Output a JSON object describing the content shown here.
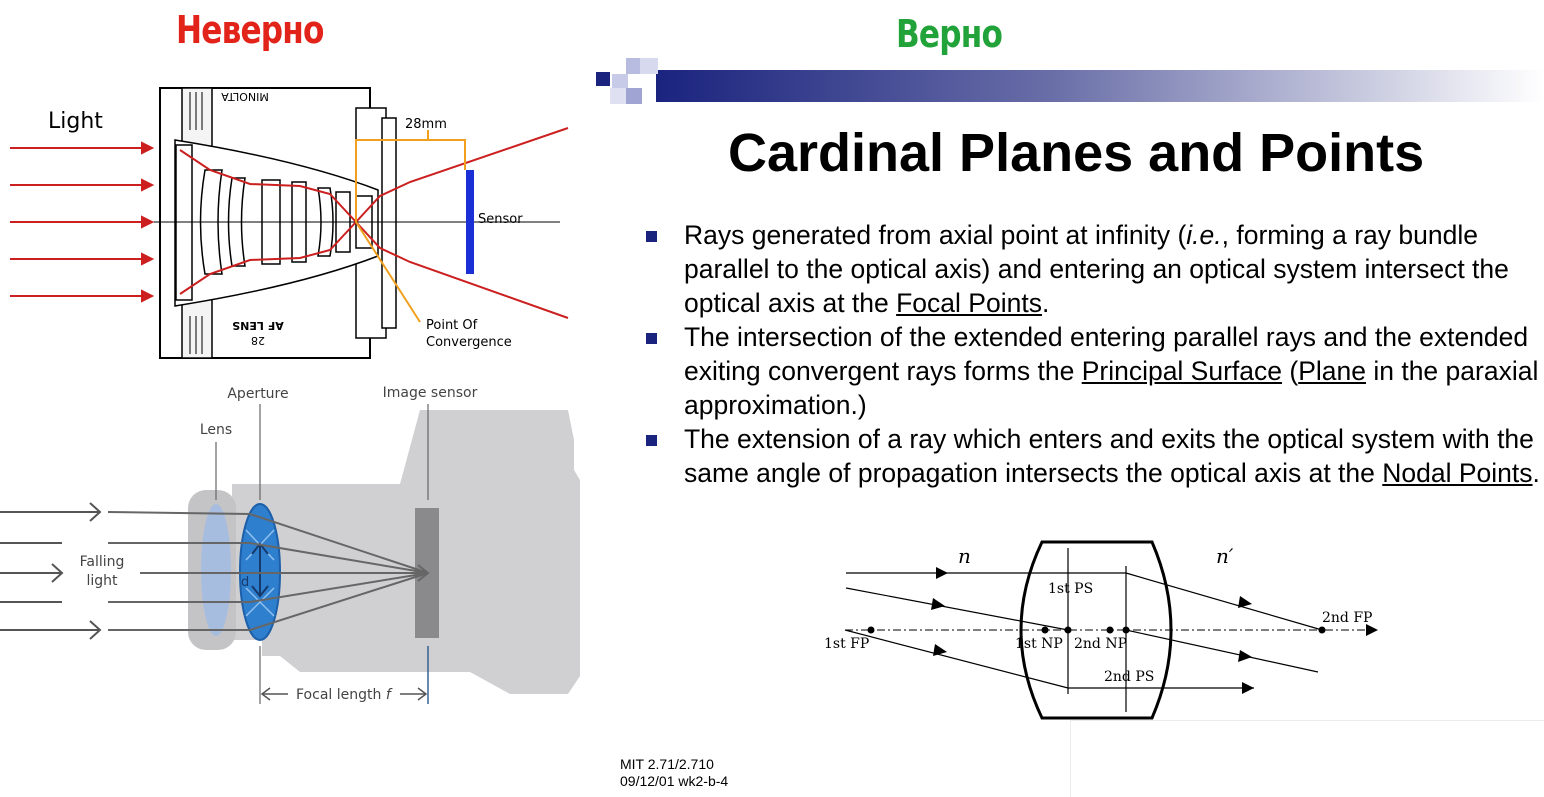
{
  "labels": {
    "wrong": "Неверно",
    "right": "Верно"
  },
  "lens_diagram": {
    "light": "Light",
    "distance": "28mm",
    "sensor": "Sensor",
    "convergence_1": "Point Of",
    "convergence_2": "Convergence",
    "brand_top": "MINOLTA",
    "brand_bottom": "AF LENS",
    "brand_number": "28"
  },
  "camera_diagram": {
    "aperture": "Aperture",
    "image_sensor": "Image sensor",
    "lens": "Lens",
    "falling_1": "Falling",
    "falling_2": "light",
    "diameter": "d",
    "focal_length": "Focal length",
    "focal_symbol": "f"
  },
  "slide": {
    "title": "Cardinal Planes and Points",
    "bullets": [
      {
        "a": "Rays generated from axial point at infinity (",
        "em": "i.e.",
        "b": ", forming a ray bundle parallel to the optical axis) and entering an optical system intersect the optical axis at the ",
        "u": "Focal Points",
        "c": "."
      },
      {
        "a": "The intersection of the extended entering parallel rays and the extended exiting convergent rays forms the ",
        "u": "Principal Surface",
        "b": " (",
        "u2": "Plane",
        "c": " in the paraxial approximation.)"
      },
      {
        "a": "The extension of a ray which enters and exits the optical system with the same angle of propagation intersects the optical axis at the ",
        "u": "Nodal Points",
        "c": "."
      }
    ],
    "footer_1": "MIT 2.71/2.710",
    "footer_2": "09/12/01 wk2-b-4"
  },
  "cardinal_diagram": {
    "n": "n",
    "n_prime": "n′",
    "ps1": "1st PS",
    "ps2": "2nd PS",
    "fp1": "1st FP",
    "np1": "1st NP",
    "np2": "2nd NP",
    "fp2": "2nd FP"
  },
  "colors": {
    "wrong": "#e2231a",
    "right": "#22a33a",
    "banner": "#1a237e",
    "ray": "#cc1f1f",
    "sensor": "#1a2fd6",
    "convergence": "#f0a01e",
    "aperture": "#2f7fcf"
  }
}
